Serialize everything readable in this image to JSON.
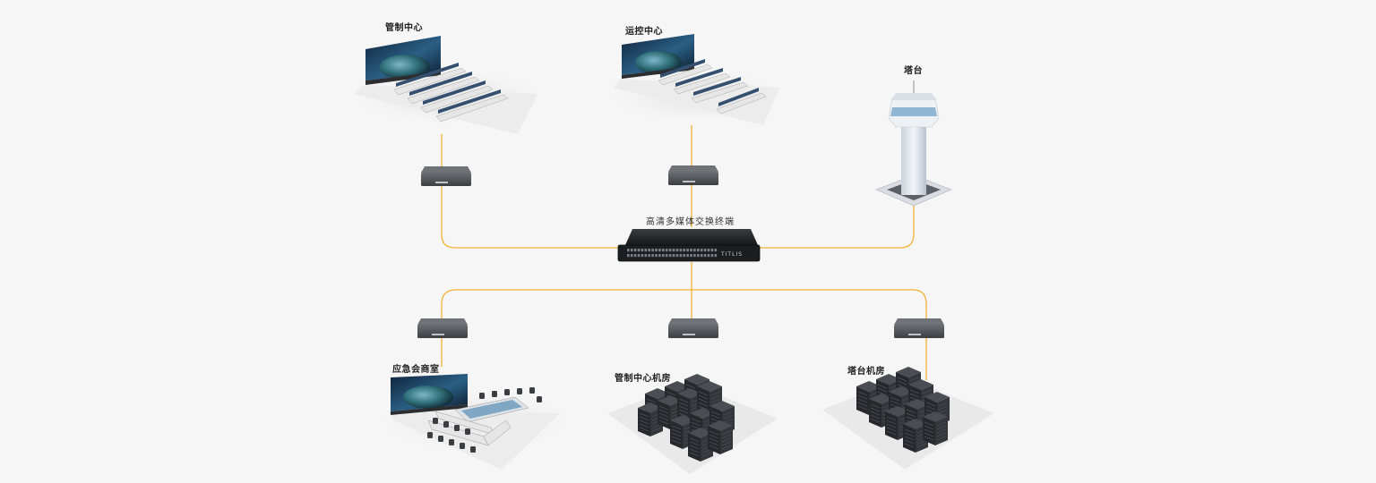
{
  "colors": {
    "background": "#f6f6f6",
    "link": "#f2b135",
    "device": "#4a4d52",
    "device_dark": "#2c2e31",
    "screen": "#1d3b5c",
    "console": "#e9e9ea",
    "rack": "#2f3136",
    "tower": "#dfe4ea"
  },
  "nodes": {
    "control_center": {
      "label": "管制中心"
    },
    "ops_center": {
      "label": "运控中心"
    },
    "tower": {
      "label": "塔台"
    },
    "hub": {
      "label": "高清多媒体交换终端",
      "brand": "TITLIS"
    },
    "emergency_room": {
      "label": "应急会商室"
    },
    "control_server_room": {
      "label": "管制中心机房"
    },
    "tower_server_room": {
      "label": "塔台机房"
    }
  }
}
